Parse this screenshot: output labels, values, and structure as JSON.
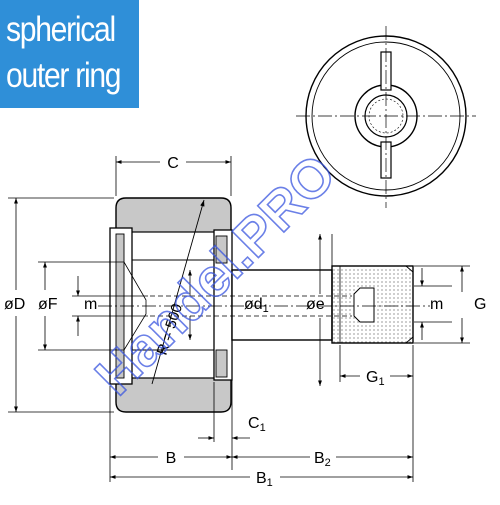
{
  "badge": {
    "line1": "spherical",
    "line2": "outer ring",
    "bg_color": "#2f8fd8"
  },
  "labels": {
    "C": "C",
    "D": "øD",
    "F": "øF",
    "m_left": "m",
    "d1_prefix": "ød",
    "d1_sub": "1",
    "e": "øe",
    "m_right": "m",
    "G": "G",
    "G1_prefix": "G",
    "G1_sub": "1",
    "C1_prefix": "C",
    "C1_sub": "1",
    "B": "B",
    "B2_prefix": "B",
    "B2_sub": "2",
    "B1_prefix": "B",
    "B1_sub": "1",
    "radius": "R = 500"
  },
  "watermark": "Handel.PRO",
  "colors": {
    "ring_fill": "#c8c8c8",
    "line": "#000000",
    "watermark": "#3a56e0"
  }
}
